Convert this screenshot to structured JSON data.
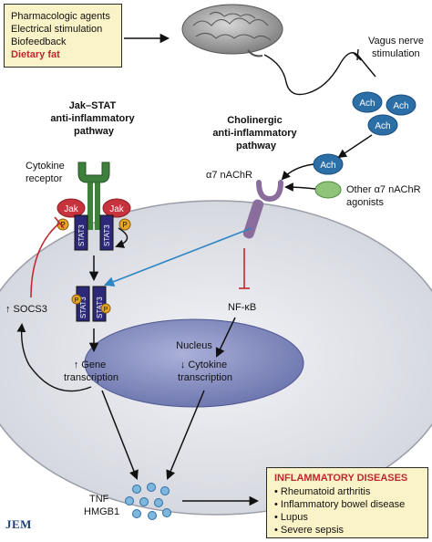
{
  "colors": {
    "background": "#ffffff",
    "box_fill": "#fbf3c8",
    "emphasis_red": "#c0282d",
    "cell_fill": "#e7e8ee",
    "nucleus_fill": "#8e96c6",
    "receptor_green": "#3e7f3c",
    "jak_red": "#c7333d",
    "stat3_blue": "#2c2a78",
    "ach_blue": "#2c6ea6",
    "agonist_green": "#8fc37a",
    "a7nachr_purple": "#8a6d9c",
    "inhibition_line": "#c0282d",
    "cross_arrow": "#2f86c3"
  },
  "stimuli_box": {
    "items": [
      "Pharmacologic agents",
      "Electrical stimulation",
      "Biofeedback"
    ],
    "highlight": "Dietary fat"
  },
  "vagus_label": [
    "Vagus nerve",
    "stimulation"
  ],
  "ach_labels": [
    "Ach",
    "Ach",
    "Ach",
    "Ach"
  ],
  "jak_stat_title": [
    "Jak–STAT",
    "anti-inflammatory",
    "pathway"
  ],
  "cholinergic_title": [
    "Cholinergic",
    "anti-inflammatory",
    "pathway"
  ],
  "cytokine_receptor_label": [
    "Cytokine",
    "receptor"
  ],
  "a7nachr_label": "α7 nAChR",
  "other_agonists_label": [
    "Other α7 nAChR",
    "agonists"
  ],
  "jak_label": "Jak",
  "phospho_label": "P",
  "stat3_label": "STAT3",
  "socs3_label": "↑ SOCS3",
  "nfkb_label": "NF-κB",
  "nucleus_label": "Nucleus",
  "gene_transcription_label": [
    "↑ Gene",
    "transcription"
  ],
  "cytokine_transcription_label": [
    "↓ Cytokine",
    "transcription"
  ],
  "mediators_label": [
    "TNF",
    "HMGB1"
  ],
  "diseases_box": {
    "title": "INFLAMMATORY DISEASES",
    "items": [
      "Rheumatoid arthritis",
      "Inflammatory bowel disease",
      "Lupus",
      "Severe sepsis"
    ]
  },
  "journal_mark": "JEM"
}
